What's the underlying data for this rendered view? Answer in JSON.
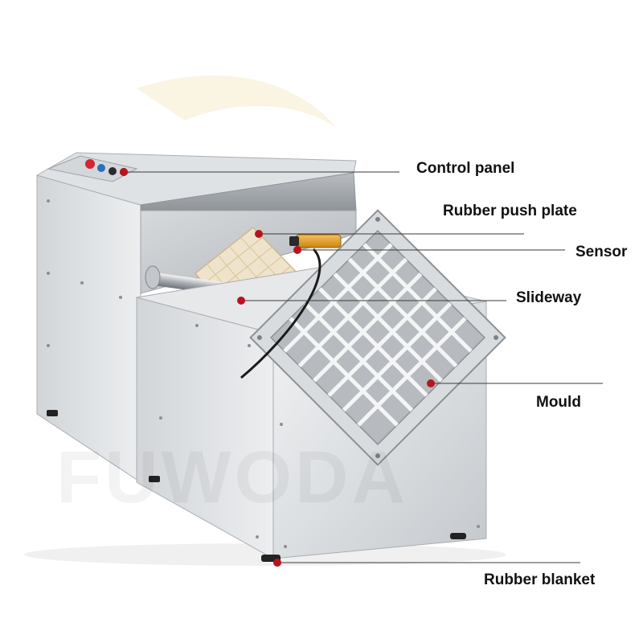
{
  "watermark": "FUWODA",
  "colors": {
    "marker": "#b8141c",
    "leader": "#3a3a3a",
    "steel_light": "#e9ebed",
    "steel_mid": "#c9ccd0",
    "steel_dark": "#9ea3a8",
    "food": "#f4ead4",
    "sensor": "#e8a52c"
  },
  "callouts": [
    {
      "id": "control-panel",
      "label": "Control panel"
    },
    {
      "id": "rubber-push-plate",
      "label": "Rubber push plate"
    },
    {
      "id": "sensor",
      "label": "Sensor"
    },
    {
      "id": "slideway",
      "label": "Slideway"
    },
    {
      "id": "mould",
      "label": "Mould"
    },
    {
      "id": "rubber-blanket",
      "label": "Rubber blanket"
    }
  ]
}
